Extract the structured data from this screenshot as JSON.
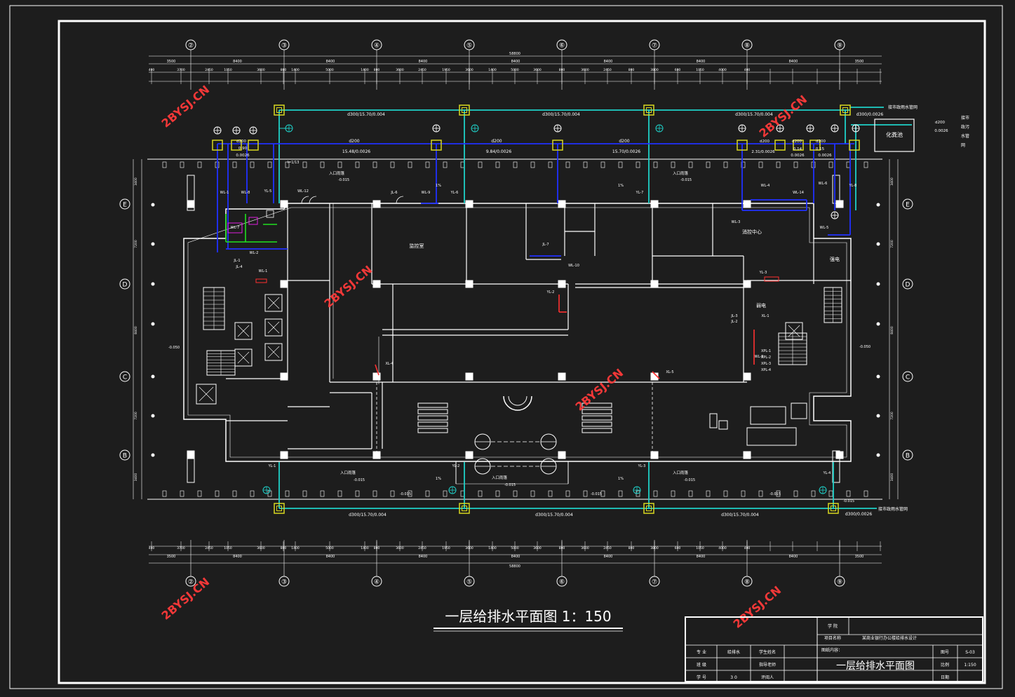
{
  "title": "一层给排水平面图 1：150",
  "axes_top": [
    "②",
    "③",
    "④",
    "⑤",
    "⑥",
    "⑦",
    "⑧",
    "⑨"
  ],
  "axes_side": [
    "E",
    "D",
    "C",
    "B"
  ],
  "dims_top": {
    "total": "58800",
    "bays": [
      "8400",
      "8400",
      "8400",
      "8400",
      "8400",
      "8400",
      "8400"
    ],
    "edges": [
      "3500",
      "3500"
    ],
    "fine": [
      "400",
      "3700",
      "2450",
      "1050",
      "3600",
      "800",
      "1400",
      "5000",
      "1400",
      "800",
      "3600",
      "2450",
      "1950",
      "3600",
      "1400",
      "5000",
      "3600",
      "800",
      "3600",
      "2450",
      "800",
      "3800",
      "600",
      "1050",
      "4000",
      "400"
    ]
  },
  "dims_side": [
    "3400",
    "7200",
    "8400",
    "7200",
    "3400"
  ],
  "pipe_labels": {
    "top_main": [
      "d300/15.70/0.004",
      "d300/15.70/0.004",
      "d300/15.70/0.004",
      "d300/0.0026"
    ],
    "second_main": [
      "d200",
      "15.48/0.0026",
      "d200",
      "9.84/0.0026",
      "d200",
      "15.70/0.0026",
      "d200",
      "2.31/0.0026",
      "d200",
      "0.14",
      "d200",
      "0.15",
      "0.0026",
      "0.0026"
    ],
    "bottom_main": [
      "d300/15.70/0.004",
      "d300/15.70/0.004",
      "d300/15.70/0.004",
      "d300/0.0026"
    ],
    "left_small": [
      "d200",
      "0.90",
      "0.0026"
    ],
    "right_tank": [
      "d200",
      "0.0026"
    ]
  },
  "notes": {
    "connect_rain_top": "接市政雨水管网",
    "connect_rain_bottom": "接市政雨水管网",
    "connect_sewage": [
      "接市",
      "政污",
      "水管",
      "网"
    ],
    "septic": "化粪池",
    "entrance_canopy": "入口雨篷",
    "canopy_level": "-0.015",
    "slope": "1%",
    "level_050": "-0.050",
    "note_ir": "I=1/13"
  },
  "rooms": [
    "监控室",
    "消控中心",
    "弱电",
    "强电"
  ],
  "pipe_tags": [
    "WL-1",
    "WL-8",
    "YL-5",
    "WL-12",
    "JL-6",
    "WL-9",
    "YL-6",
    "YL-7",
    "WL-4",
    "WL-14",
    "WL-6",
    "YL-8",
    "WL-3",
    "WL-5",
    "WL-7",
    "WL-2",
    "JL-1",
    "JL-4",
    "WL-1",
    "JL-7",
    "WL-10",
    "YL-2",
    "YL-3",
    "JL-3",
    "JL-2",
    "XL-1",
    "XPL-1",
    "XPL-2",
    "XPL-3",
    "XPL-4",
    "XL-4",
    "XL-5",
    "YL-1",
    "YL-2",
    "YL-3",
    "YL-4",
    "WL-8"
  ],
  "watermark": "2BYSJ.CN",
  "titleblock": {
    "school_label": "学 院",
    "project_label": "项目名称",
    "project_value": "某商业银行办公楼给排水设计",
    "content_label": "图纸内容：",
    "drawing_name": "一层给排水平面图",
    "major_label": "专 业",
    "major_value": "给排水",
    "student_label": "学生姓名",
    "class_label": "班 级",
    "advisor_label": "指导老师",
    "id_label": "学 号",
    "id_value": "3 0",
    "reviewer_label": "评阅人",
    "fig_no_label": "图号",
    "fig_no_value": "S-03",
    "scale_label": "比例",
    "scale_value": "1:150",
    "date_label": "日期"
  }
}
